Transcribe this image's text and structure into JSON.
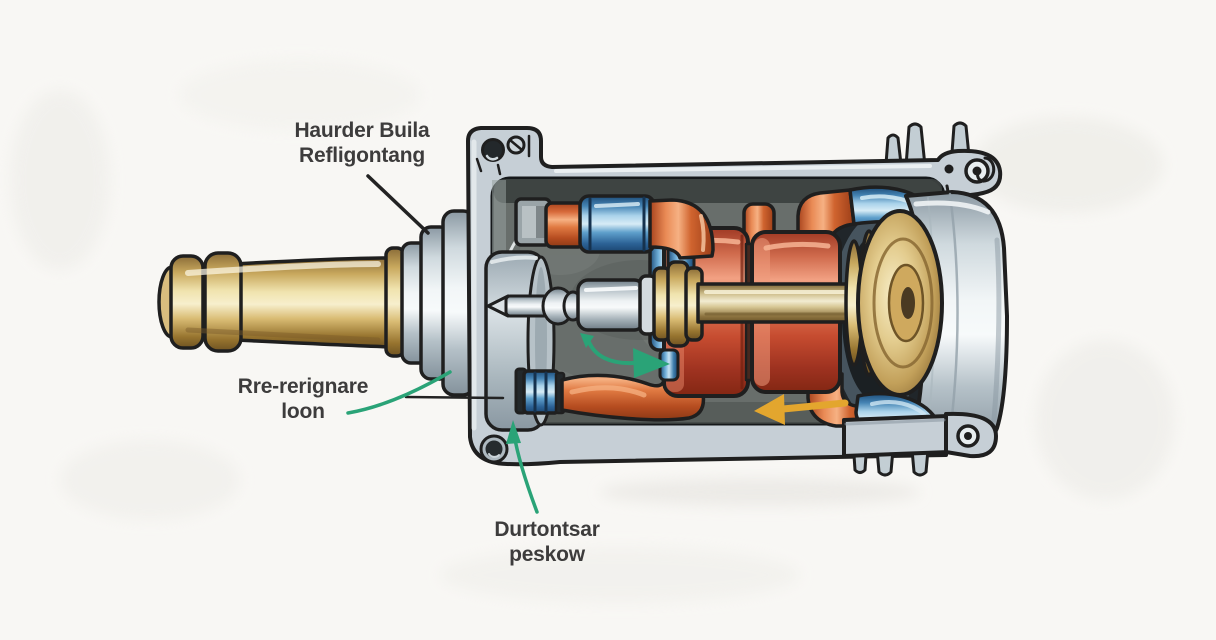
{
  "background_color": "#f8f7f4",
  "ink_color": "#1f1f1f",
  "labels": {
    "top": {
      "line1": "Haurder Buila",
      "line2": "Refligontang"
    },
    "left": {
      "line1": "Rre-rerignare",
      "line2": "loon"
    },
    "bottom": {
      "line1": "Durtontsar",
      "line2": "peskow"
    }
  },
  "annotations": {
    "green_flow_arrow": "curved arrow pointing into rotor drum",
    "green_leader_arrow": "arrow pointing up at housing base",
    "yellow_flow_arrow": "arrow pointing left under rotor drum"
  },
  "palette": {
    "housing_gray": "#c6cfd6",
    "interior_gray": "#686e6b",
    "brass": "#c9a75c",
    "steel": "#cfd9de",
    "drum_red": "#c64c30",
    "pipe_orange": "#d76a3a",
    "fitting_blue": "#4d8fc4",
    "arrow_green": "#2aa377",
    "arrow_yellow": "#e3a62e",
    "label_text": "#3d3c3c"
  }
}
